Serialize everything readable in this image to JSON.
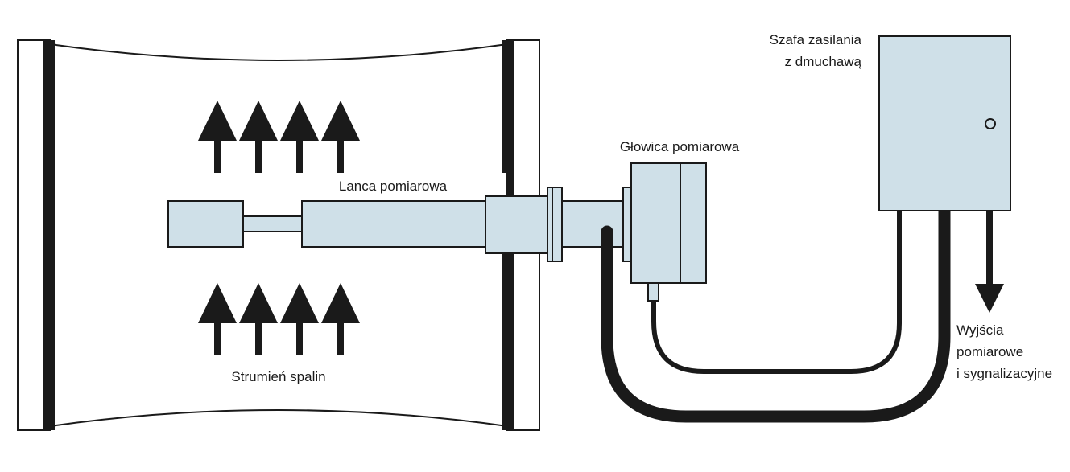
{
  "labels": {
    "cabinet_line1": "Szafa zasilania",
    "cabinet_line2": "z dmuchawą",
    "head": "Głowica pomiarowa",
    "lance": "Lanca pomiarowa",
    "flow": "Strumień spalin",
    "outputs_line1": "Wyjścia",
    "outputs_line2": "pomiarowe",
    "outputs_line3": "i sygnalizacyjne"
  },
  "colors": {
    "component_fill": "#cfe0e8",
    "outline": "#1a1a1a",
    "background": "#ffffff"
  },
  "icons": {
    "flow_arrow": "up-arrow-icon",
    "output_arrow": "down-arrow-icon",
    "cabinet_handle": "circle-handle-icon"
  }
}
